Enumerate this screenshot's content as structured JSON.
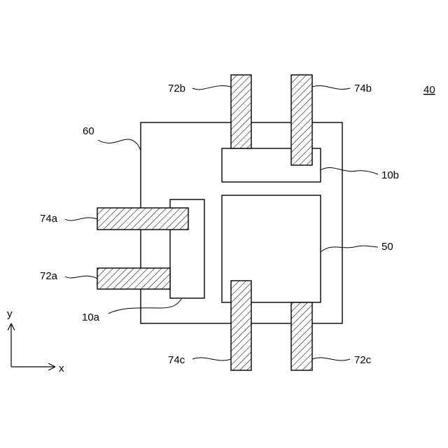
{
  "figure": {
    "number": "40"
  },
  "parts": {
    "package": "60",
    "chip_a": "10a",
    "chip_b": "10b",
    "pad": "50",
    "lead_72a": "72a",
    "lead_74a": "74a",
    "lead_72b": "72b",
    "lead_74b": "74b",
    "lead_72c": "72c",
    "lead_74c": "74c"
  },
  "axes": {
    "x": "x",
    "y": "y"
  }
}
